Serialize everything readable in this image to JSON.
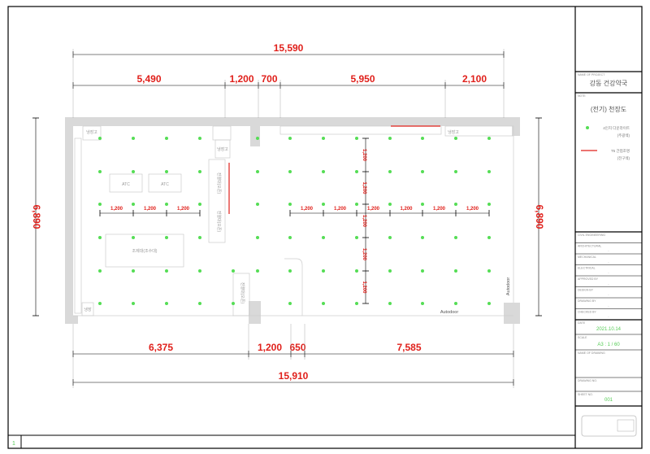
{
  "title_block": {
    "project_label": "NAME OF PROJECT",
    "project_name": "강동 건강약국",
    "note_label": "NOTE",
    "drawing_title": "(전기) 천장도",
    "legend": [
      {
        "name": "4인치 다운라이트",
        "sub": "(주광색)",
        "color": "#55dd55"
      },
      {
        "name": "T5 간접조명",
        "sub": "(전구색)",
        "color": "#e0201b"
      }
    ],
    "fields": [
      {
        "label": "CIVIL ENGINEERING",
        "value": ""
      },
      {
        "label": "ARCHITECTURAL",
        "value": "-"
      },
      {
        "label": "MECHANICAL",
        "value": "-"
      },
      {
        "label": "ELECTRICAL",
        "value": "-"
      },
      {
        "label": "APPROVED BY",
        "value": "-"
      },
      {
        "label": "DESIGN BY",
        "value": "-"
      },
      {
        "label": "DRAWING BY",
        "value": "-"
      },
      {
        "label": "CHECKED BY",
        "value": "-"
      }
    ],
    "date_label": "DATE",
    "date": "2021.10.14",
    "scale_label": "SCALE",
    "scale": "A3 : 1 / 60",
    "drawing_name_label": "NAME OF DRAWING",
    "drawing_no_label": "DRAWING NO.",
    "sheet_no_label": "SHEET NO.",
    "sheet_no": "001"
  },
  "page_number": "1",
  "dimensions": {
    "top_total": "15,590",
    "top": [
      "5,490",
      "1,200",
      "700",
      "5,950",
      "2,100"
    ],
    "bottom": [
      "6,375",
      "1,200",
      "650",
      "7,585"
    ],
    "bottom_total": "15,910",
    "left": "6,890",
    "right": "6,890",
    "spacing": "1,200"
  },
  "rooms": {
    "fridge": "냉장고",
    "atc1": "ATC",
    "atc2": "ATC",
    "counter": "조제대(조수대)",
    "shelf1": "진열대(오픈)",
    "shelf2": "진열대(오픈)",
    "shelf3": "진열대(오픈)",
    "small": "냉장",
    "autodoor1": "Autodoor",
    "autodoor2": "Autodoor"
  },
  "colors": {
    "dimension": "#e0201b",
    "light": "#55dd55",
    "wall": "#d9d9d9"
  }
}
